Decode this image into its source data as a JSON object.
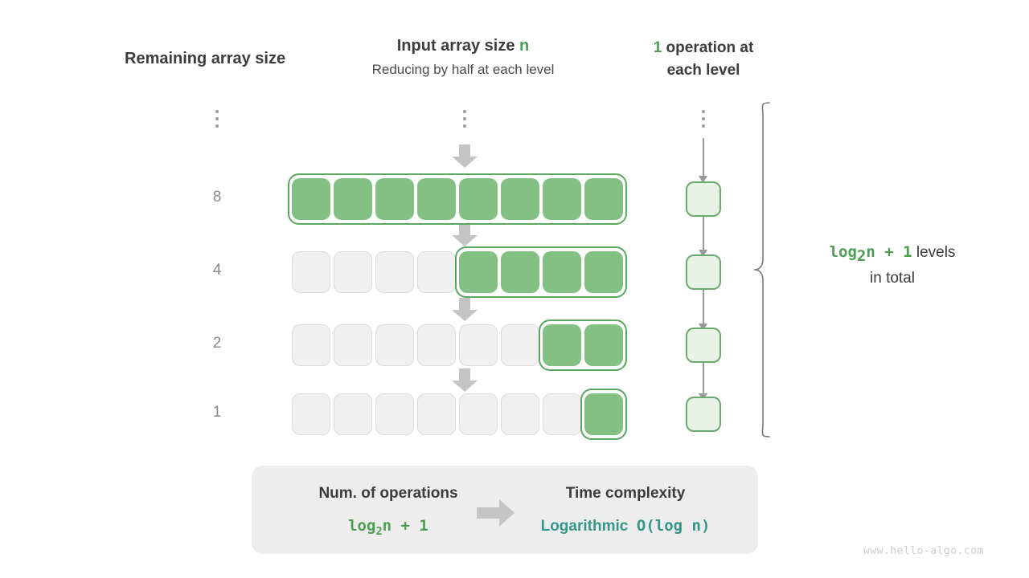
{
  "headers": {
    "left": "Remaining array size",
    "mid_title_prefix": "Input array size ",
    "mid_title_accent": "n",
    "mid_sub": "Reducing by half at each level",
    "right_accent": "1",
    "right_line1_rest": " operation at",
    "right_line2": "each level"
  },
  "axis": {
    "dots": "vertical-ellipsis",
    "labels": [
      "8",
      "4",
      "2",
      "1"
    ]
  },
  "rows": [
    {
      "size": "8",
      "total_cells": 8,
      "filled": 8,
      "filled_start_index": 0
    },
    {
      "size": "4",
      "total_cells": 8,
      "filled": 4,
      "filled_start_index": 4
    },
    {
      "size": "2",
      "total_cells": 8,
      "filled": 2,
      "filled_start_index": 6
    },
    {
      "size": "1",
      "total_cells": 8,
      "filled": 1,
      "filled_start_index": 7
    }
  ],
  "operations": {
    "count_per_level": 1,
    "cells": [
      "op",
      "op",
      "op",
      "op"
    ]
  },
  "levels_note": {
    "formula_log": "log",
    "formula_sub": "2",
    "formula_rest": "n + 1",
    "text_after": "  levels",
    "text_line2": "in total"
  },
  "summary": {
    "left_title": "Num. of operations",
    "left_value_log": "log",
    "left_value_sub": "2",
    "left_value_rest": "n + 1",
    "right_title": "Time complexity",
    "right_value_word": "Logarithmic",
    "right_value_bigo": "O(log n)"
  },
  "watermark": "www.hello-algo.com",
  "colors": {
    "accent_green": "#4d9e53",
    "cell_green": "#82c083",
    "cell_border_green": "#5aa85f",
    "op_fill": "#e8f2e6",
    "op_border": "#6aab6c",
    "empty_fill": "#f0f0f0",
    "empty_border": "#dcdcdc",
    "arrow_gray": "#c4c4c4",
    "line_gray": "#9a9a9a",
    "teal": "#37968a",
    "summary_bg": "#ededed",
    "watermark_gray": "#cccccc"
  }
}
